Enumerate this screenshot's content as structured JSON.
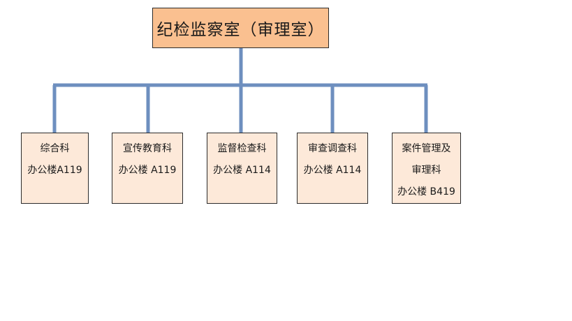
{
  "root": {
    "label": "纪检监察室（审理室）"
  },
  "departments": [
    {
      "name": "综合科",
      "location": "办公楼A119"
    },
    {
      "name": "宣传教育科",
      "location": "办公楼 A119"
    },
    {
      "name": "监督检查科",
      "location": "办公楼 A114"
    },
    {
      "name": "审查调查科",
      "location": "办公楼 A114"
    },
    {
      "name_line1": "案件管理及",
      "name_line2": "审理科",
      "location": "办公楼 B419"
    }
  ],
  "colors": {
    "root_fill": "#fac090",
    "dept_fill": "#fde9d9",
    "connector": "#6e8fbf",
    "border": "#2b2b2b"
  }
}
